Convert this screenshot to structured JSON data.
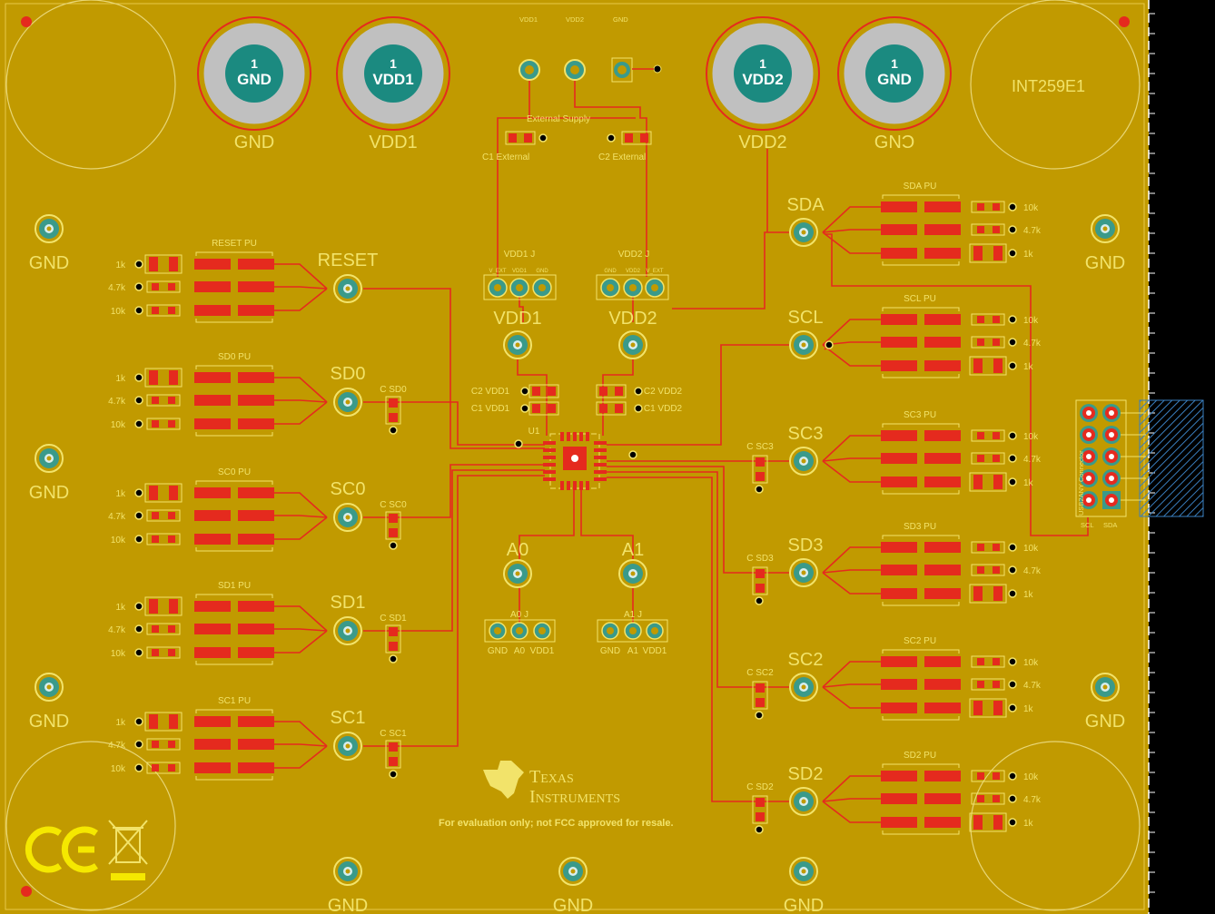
{
  "board": {
    "id": "INT259E1",
    "footer": "For evaluation only; not FCC approved for resale.",
    "logo_line1": "Texas",
    "logo_line2": "Instruments"
  },
  "top_header": {
    "vdd1": "VDD1",
    "vdd2": "VDD2",
    "gnd": "GND"
  },
  "external_supply": "External Supply",
  "c1_external": "C1 External",
  "c2_external": "C2 External",
  "big_pads": [
    {
      "num": "1",
      "name": "GND",
      "label": "GND"
    },
    {
      "num": "1",
      "name": "VDD1",
      "label": "VDD1"
    },
    {
      "num": "1",
      "name": "VDD2",
      "label": "VDD2"
    },
    {
      "num": "1",
      "name": "GND",
      "label": "GNƆ"
    }
  ],
  "gnd_label": "GND",
  "left_groups": [
    {
      "label": "RESET",
      "pu": "RESET PU",
      "cap": "",
      "res": [
        "1k",
        "4.7k",
        "10k"
      ]
    },
    {
      "label": "SD0",
      "pu": "SD0 PU",
      "cap": "C SD0",
      "res": [
        "1k",
        "4.7k",
        "10k"
      ]
    },
    {
      "label": "SC0",
      "pu": "SC0 PU",
      "cap": "C SC0",
      "res": [
        "1k",
        "4.7k",
        "10k"
      ]
    },
    {
      "label": "SD1",
      "pu": "SD1 PU",
      "cap": "C SD1",
      "res": [
        "1k",
        "4.7k",
        "10k"
      ]
    },
    {
      "label": "SC1",
      "pu": "SC1 PU",
      "cap": "C SC1",
      "res": [
        "1k",
        "4.7k",
        "10k"
      ]
    }
  ],
  "right_groups": [
    {
      "label": "SDA",
      "pu": "SDA PU",
      "cap": "",
      "res": [
        "10k",
        "4.7k",
        "1k"
      ]
    },
    {
      "label": "SCL",
      "pu": "SCL PU",
      "cap": "",
      "res": [
        "10k",
        "4.7k",
        "1k"
      ]
    },
    {
      "label": "SC3",
      "pu": "SC3 PU",
      "cap": "C SC3",
      "res": [
        "10k",
        "4.7k",
        "1k"
      ]
    },
    {
      "label": "SD3",
      "pu": "SD3 PU",
      "cap": "C SD3",
      "res": [
        "10k",
        "4.7k",
        "1k"
      ]
    },
    {
      "label": "SC2",
      "pu": "SC2 PU",
      "cap": "C SC2",
      "res": [
        "10k",
        "4.7k",
        "1k"
      ]
    },
    {
      "label": "SD2",
      "pu": "SD2 PU",
      "cap": "C SD2",
      "res": [
        "10k",
        "4.7k",
        "1k"
      ]
    }
  ],
  "center": {
    "vdd1_j": "VDD1 J",
    "vdd2_j": "VDD2 J",
    "j1_pins": [
      "V_EXT",
      "VDD1",
      "GND"
    ],
    "j2_pins": [
      "GND",
      "VDD2",
      "V_EXT"
    ],
    "vdd1": "VDD1",
    "vdd2": "VDD2",
    "c2_vdd1": "C2 VDD1",
    "c1_vdd1": "C1 VDD1",
    "c2_vdd2": "C2 VDD2",
    "c1_vdd2": "C1 VDD2",
    "u1": "U1",
    "a0": "A0",
    "a1": "A1",
    "a0_j": "A0 J",
    "a1_j": "A1 J",
    "a0_pins": [
      "GND",
      "A0",
      "VDD1"
    ],
    "a1_pins": [
      "GND",
      "A1",
      "VDD1"
    ]
  },
  "connector": {
    "title": "USB2ANY Connector",
    "scl": "SCL",
    "sda": "SDA"
  },
  "colors": {
    "board": "#c19a00",
    "copper": "#e52a1e",
    "silk": "#f2e36a",
    "pad": "#3a9a8a"
  }
}
